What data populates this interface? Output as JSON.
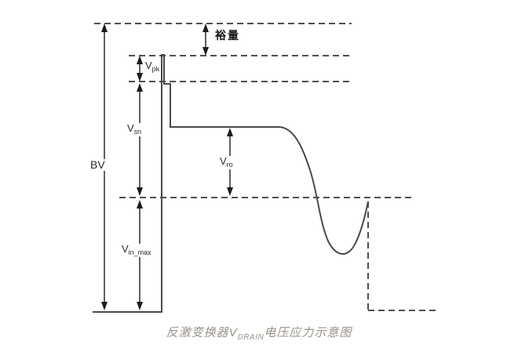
{
  "diagram": {
    "caption": {
      "pre": "反激变换器V",
      "sub": "DRAIN",
      "post": "电压应力示意图"
    },
    "labels": {
      "bv": "BV",
      "margin": "裕量",
      "vpk": {
        "main": "V",
        "sub": "pk"
      },
      "vsn": {
        "main": "V",
        "sub": "sn"
      },
      "vro": {
        "main": "V",
        "sub": "ro"
      },
      "vin_max": {
        "main": "V",
        "sub": "in_max"
      }
    },
    "colors": {
      "dashed_line": "#4f4f4f",
      "waveform_line": "#4a4a4a",
      "arrow": "#1c1c1c",
      "caption_text": "#99938b"
    }
  }
}
